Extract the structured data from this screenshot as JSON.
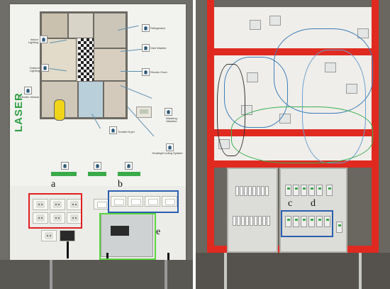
{
  "panel_labels": {
    "a": "a",
    "b": "b",
    "c": "c",
    "d": "d",
    "e": "e"
  },
  "board": {
    "brand": "LASER",
    "appliance_labels": [
      "Refrigerator",
      "Dish Washer",
      "Electric Oven",
      "Washing Machine",
      "Heating/Cooling System",
      "Tumble Dryer",
      "Indoor Lighting",
      "Outdoor Lighting",
      "Electric Vehicle"
    ]
  },
  "colors": {
    "frame": "#e02a20",
    "mark_a": "#e02020",
    "mark_b": "#2a5fb0",
    "mark_c": "#2a5fb0",
    "mark_e": "#5bd440",
    "brand_green": "#2ea043"
  }
}
